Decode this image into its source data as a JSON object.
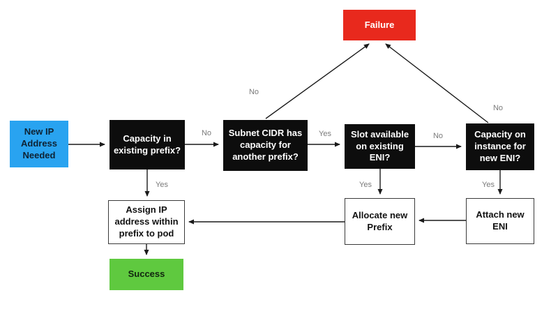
{
  "colors": {
    "start_fill": "#29a3f0",
    "decision_fill": "#0d0d0d",
    "failure_fill": "#e8291d",
    "success_fill": "#5fc93f",
    "label_color": "#7a7a7a",
    "arrow_color": "#1a1a1a"
  },
  "nodes": {
    "start": {
      "label": "New IP\nAddress\nNeeded"
    },
    "q_capacity_prefix": {
      "label": "Capacity in\nexisting prefix?"
    },
    "q_subnet_cidr": {
      "label": "Subnet CIDR has\ncapacity for\nanother prefix?"
    },
    "q_slot_eni": {
      "label": "Slot available\non existing\nENI?"
    },
    "q_capacity_eni": {
      "label": "Capacity on\ninstance for\nnew ENI?"
    },
    "failure": {
      "label": "Failure"
    },
    "assign_ip": {
      "label": "Assign IP\naddress within\nprefix to pod"
    },
    "allocate_prefix": {
      "label": "Allocate new\nPrefix"
    },
    "attach_eni": {
      "label": "Attach new\nENI"
    },
    "success": {
      "label": "Success"
    }
  },
  "edge_labels": {
    "q1_no": "No",
    "q1_yes": "Yes",
    "q2_no": "No",
    "q2_yes": "Yes",
    "q3_no": "No",
    "q3_yes": "Yes",
    "q4_no": "No",
    "q4_yes": "Yes"
  }
}
